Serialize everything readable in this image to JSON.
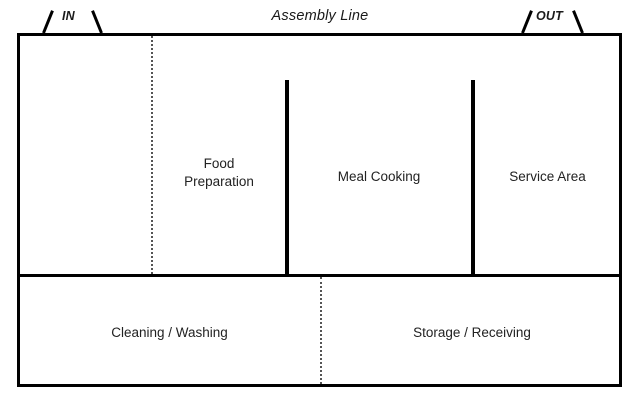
{
  "diagram": {
    "title": "Assembly Line",
    "entrance_label": "IN",
    "exit_label": "OUT",
    "line_color": "#000000",
    "text_color": "#222222",
    "partition_color": "#555555",
    "background_color": "#ffffff",
    "zones": [
      {
        "id": "food-preparation",
        "label": "Food\nPreparation",
        "band": "upper"
      },
      {
        "id": "meal-cooking",
        "label": "Meal Cooking",
        "band": "upper"
      },
      {
        "id": "service-area",
        "label": "Service Area",
        "band": "upper"
      },
      {
        "id": "cleaning-washing",
        "label": "Cleaning / Washing",
        "band": "lower"
      },
      {
        "id": "storage-receiving",
        "label": "Storage / Receiving",
        "band": "lower"
      }
    ]
  }
}
